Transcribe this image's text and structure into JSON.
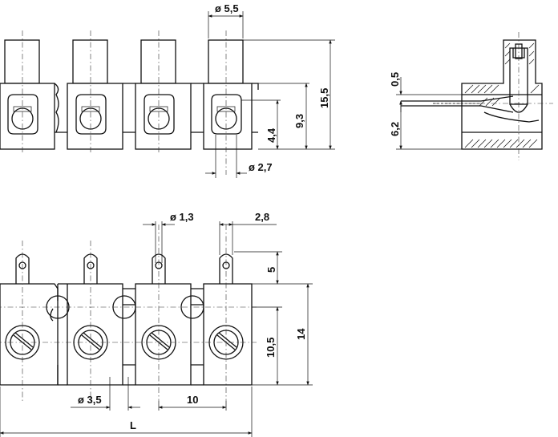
{
  "drawing": {
    "front_view": {
      "dim_top_diameter": "ø 5,5",
      "dim_height_total": "15,5",
      "dim_height_body": "9,3",
      "dim_height_hole": "4,4",
      "dim_bottom_diameter": "ø 2,7"
    },
    "side_view": {
      "dim_upper": "0,5",
      "dim_lower": "6,2"
    },
    "top_view": {
      "dim_hole_diameter": "ø 1,3",
      "dim_tab_width": "2,8",
      "dim_tab_length": "5",
      "dim_height_total": "14",
      "dim_height_partial": "10,5",
      "dim_screw_diameter": "ø 3,5",
      "dim_pitch": "10",
      "dim_length": "L"
    }
  }
}
